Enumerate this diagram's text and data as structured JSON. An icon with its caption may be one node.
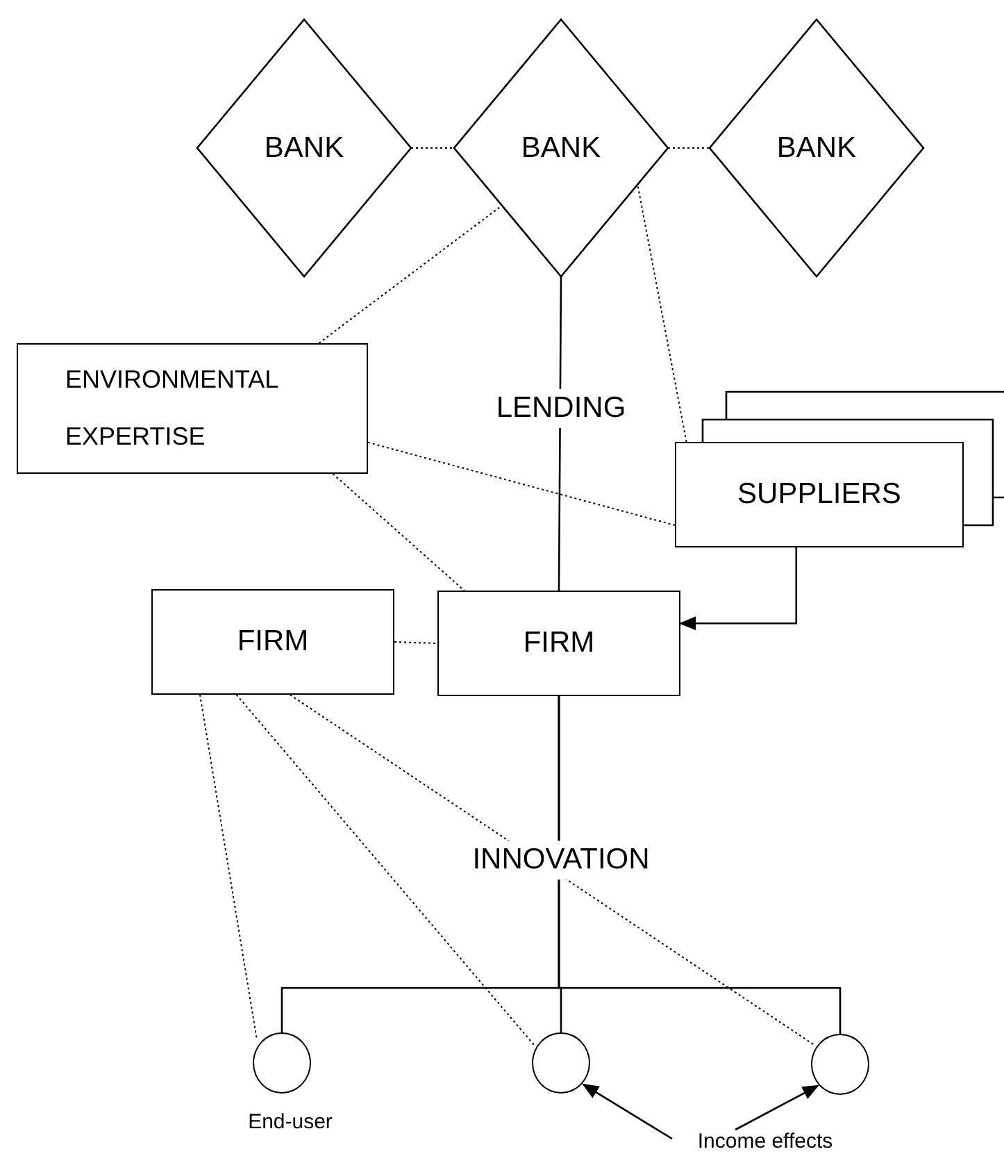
{
  "diagram": {
    "nodes": [
      {
        "text": [
          "BANK"
        ]
      },
      {
        "text": [
          "BANK"
        ]
      },
      {
        "text": [
          "BANK"
        ]
      },
      {
        "text": [
          "ENVIRONMENTAL EXPERTISE"
        ]
      },
      {
        "text": [
          "SUPPLIERS"
        ]
      },
      {
        "text": [
          "FIRM"
        ]
      },
      {
        "text": [
          "FIRM"
        ]
      },
      {
        "text": [],
        "shape": "circle",
        "beside": [
          "End-user"
        ]
      },
      {
        "text": [],
        "shape": "circle"
      },
      {
        "text": [],
        "shape": "circle"
      },
      {
        "text": [
          "Income effects"
        ]
      }
    ],
    "edges": [
      {
        "from": 0,
        "to": 1,
        "arrow": "none",
        "style": "dashed"
      },
      {
        "from": 1,
        "to": 2,
        "arrow": "none",
        "style": "dashed"
      },
      {
        "from": 1,
        "to": 3,
        "arrow": "none",
        "style": "dashed"
      },
      {
        "from": 1,
        "to": 4,
        "arrow": "none",
        "style": "dashed"
      },
      {
        "from": 1,
        "to": 6,
        "arrow": "none",
        "label": "LENDING"
      },
      {
        "from": 3,
        "to": 4,
        "arrow": "none",
        "style": "dashed"
      },
      {
        "from": 3,
        "to": 6,
        "arrow": "none",
        "style": "dashed"
      },
      {
        "from": 4,
        "to": 6,
        "arrow": "to"
      },
      {
        "from": 5,
        "to": 6,
        "arrow": "none",
        "style": "dashed"
      },
      {
        "from": 6,
        "to": 7,
        "arrow": "none"
      },
      {
        "from": 6,
        "to": 8,
        "arrow": "none",
        "label": "INNOVATION"
      },
      {
        "from": 6,
        "to": 9,
        "arrow": "none"
      },
      {
        "from": 5,
        "to": 7,
        "arrow": "none",
        "style": "dashed"
      },
      {
        "from": 5,
        "to": 8,
        "arrow": "none",
        "style": "dashed"
      },
      {
        "from": 5,
        "to": 9,
        "arrow": "none",
        "style": "dashed"
      },
      {
        "from": 10,
        "to": 8,
        "arrow": "to"
      },
      {
        "from": 10,
        "to": 9,
        "arrow": "to"
      }
    ]
  }
}
